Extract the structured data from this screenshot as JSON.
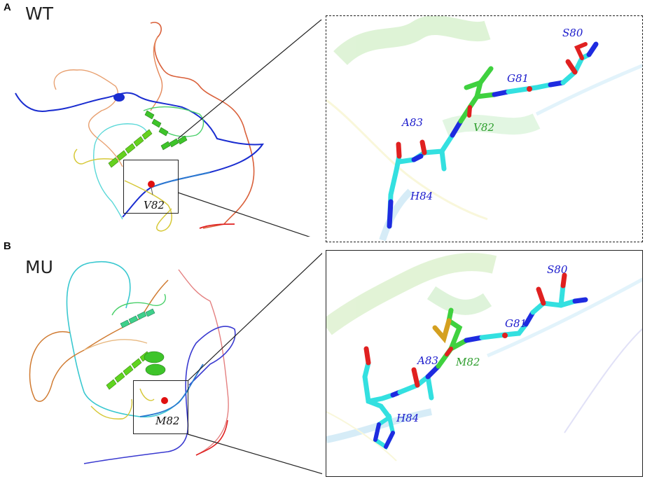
{
  "figure": {
    "panels": [
      {
        "id": "A",
        "letter": "A",
        "condition": "WT",
        "site_label": "V82",
        "residues": [
          {
            "label": "S80",
            "color": "#1a1acc"
          },
          {
            "label": "G81",
            "color": "#1a1acc"
          },
          {
            "label": "V82",
            "color": "#2e9e2e"
          },
          {
            "label": "A83",
            "color": "#1a1acc"
          },
          {
            "label": "H84",
            "color": "#1a1acc"
          }
        ],
        "inset_border": "dashed"
      },
      {
        "id": "B",
        "letter": "B",
        "condition": "MU",
        "site_label": "M82",
        "residues": [
          {
            "label": "S80",
            "color": "#1a1acc"
          },
          {
            "label": "G81",
            "color": "#1a1acc"
          },
          {
            "label": "M82",
            "color": "#2e9e2e"
          },
          {
            "label": "A83",
            "color": "#1a1acc"
          },
          {
            "label": "H84",
            "color": "#1a1acc"
          }
        ],
        "inset_border": "solid"
      }
    ],
    "colors": {
      "carbon_mutation": "#3fd13f",
      "carbon_neighbors": "#33e0e0",
      "nitrogen": "#1e2be0",
      "oxygen": "#e02020",
      "hydrogen": "#e8e8e8",
      "sulfur": "#d4a020",
      "site_marker": "#e01010"
    }
  }
}
